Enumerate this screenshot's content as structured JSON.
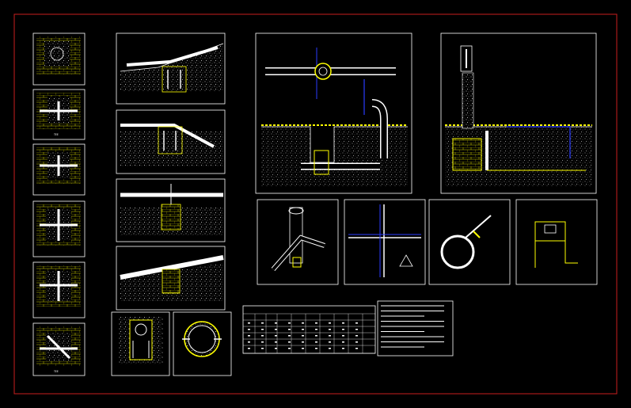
{
  "colors": {
    "background": "#000000",
    "border_red": "#c81e1e",
    "frame_white": "#ffffff",
    "frame_yellow": "#ffff00",
    "pipe_blue": "#2a3cff",
    "gravel_gray": "#8a8a8a"
  },
  "left_column": {
    "captions": [
      "",
      "TEE",
      "",
      "",
      "",
      "TEE"
    ]
  },
  "middle_column": {
    "captions": [
      "",
      "",
      "",
      ""
    ]
  },
  "bottom_small": {
    "captions": [
      "",
      ""
    ]
  },
  "right_top": {
    "captions": [
      "",
      ""
    ]
  },
  "right_bottom": {
    "captions": [
      "",
      "",
      "",
      ""
    ]
  },
  "table": {
    "title": "",
    "notes_lines": 9
  },
  "icons": [
    "north-arrow-icon"
  ]
}
